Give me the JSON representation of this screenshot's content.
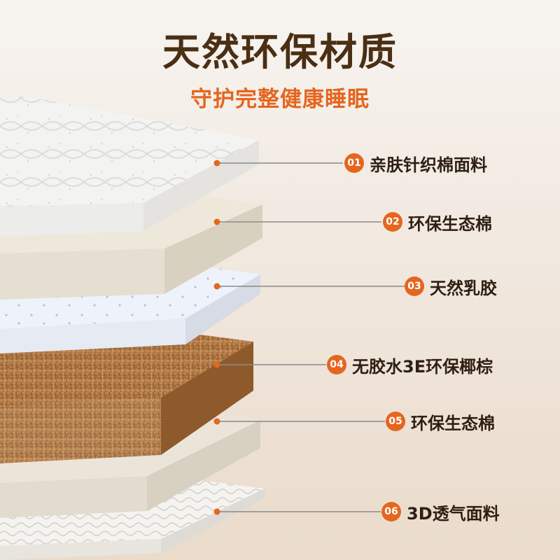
{
  "title": "天然环保材质",
  "subtitle": "守护完整健康睡眠",
  "accent_color": "#e4661f",
  "layers": [
    {
      "num": "01",
      "label": "亲肤针织棉面料"
    },
    {
      "num": "02",
      "label": "环保生态棉"
    },
    {
      "num": "03",
      "label": "天然乳胶"
    },
    {
      "num": "04",
      "label": "无胶水3E环保椰棕"
    },
    {
      "num": "05",
      "label": "环保生态棉"
    },
    {
      "num": "06",
      "label": "3D透气面料"
    }
  ]
}
